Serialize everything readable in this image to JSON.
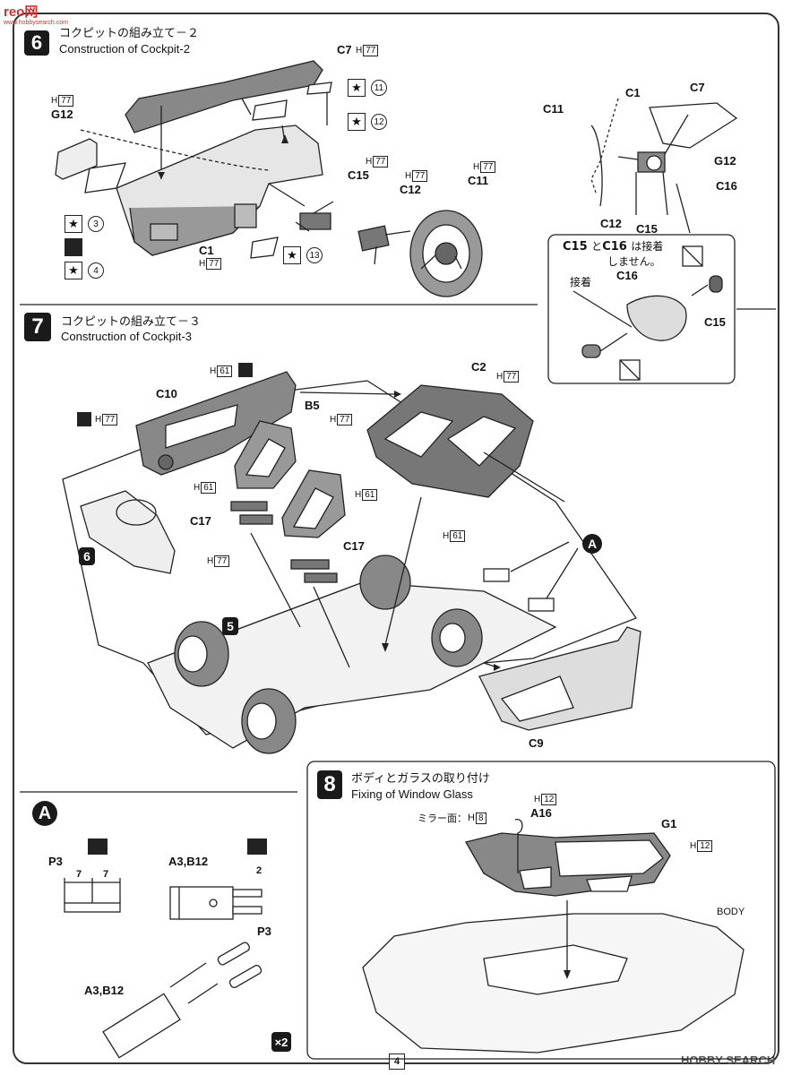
{
  "watermark_top": "reo网",
  "watermark_top_sub": "www.hobbysearch.com",
  "watermark_bottom": "HOBBY SEARCH",
  "page_number": "4",
  "step6": {
    "number": "6",
    "title_jp": "コクピットの組み立て－２",
    "title_en": "Construction of Cockpit-2",
    "labels": {
      "c7": "C7",
      "c7h": "77",
      "g12": "G12",
      "g12h": "77",
      "c1": "C1",
      "c1h": "77",
      "c15": "C15",
      "c15h": "77",
      "c12": "C12",
      "c12h": "77",
      "c11": "C11",
      "c11h": "77"
    },
    "decals": [
      "11",
      "12",
      "3",
      "4",
      "13"
    ]
  },
  "detail_c15c16": {
    "labels": {
      "c11": "C11",
      "c1": "C1",
      "c7": "C7",
      "g12": "G12",
      "c16": "C16",
      "c12": "C12",
      "c15": "C15"
    },
    "note_c15": "C15",
    "note_to": "と",
    "note_c16": "C16",
    "note_suffix1": "は接着",
    "note_suffix2": "しません。",
    "glue_label": "接着",
    "c16_label": "C16",
    "c15_label": "C15"
  },
  "step7": {
    "number": "7",
    "title_jp": "コクピットの組み立て－３",
    "title_en": "Construction of Cockpit-3",
    "labels": {
      "c10": "C10",
      "c10h": "61",
      "c2": "C2",
      "c2h": "77",
      "b5": "B5",
      "b5h": "77",
      "b5h2": "61",
      "b5h3": "61",
      "h77left": "77",
      "c17a": "C17",
      "c17b": "C17",
      "c17h": "77",
      "c2h61": "61",
      "c9": "C9",
      "ref6": "6",
      "ref5": "5",
      "refA": "A"
    }
  },
  "stepA": {
    "badge": "A",
    "p3": "P3",
    "dim7a": "7",
    "dim7b": "7",
    "a3b12": "A3,B12",
    "dim2": "2",
    "p3b": "P3",
    "a3b12b": "A3,B12",
    "times": "×2"
  },
  "step8": {
    "number": "8",
    "title_jp": "ボディとガラスの取り付け",
    "title_en": "Fixing of Window Glass",
    "labels": {
      "h12a": "12",
      "mirror": "ミラー面：",
      "mirrorh": "8",
      "a16": "A16",
      "g1": "G1",
      "h12b": "12",
      "body": "BODY"
    }
  }
}
